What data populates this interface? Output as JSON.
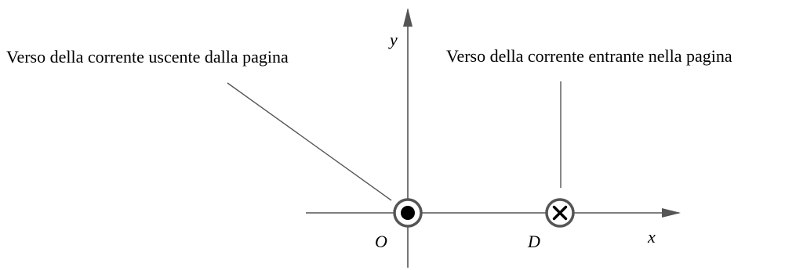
{
  "labels": {
    "y_axis": "y",
    "x_axis": "x",
    "origin": "O",
    "point_d": "D",
    "current_out": "Verso della corrente uscente dalla pagina",
    "current_in": "Verso della corrente entrante nella pagina"
  },
  "colors": {
    "axis": "#555555",
    "leader": "#555555",
    "ring": "#555555",
    "symbol": "#000000",
    "text": "#000000"
  },
  "icons": {
    "current_out": "dot-in-circle-icon",
    "current_in": "cross-in-circle-icon"
  }
}
